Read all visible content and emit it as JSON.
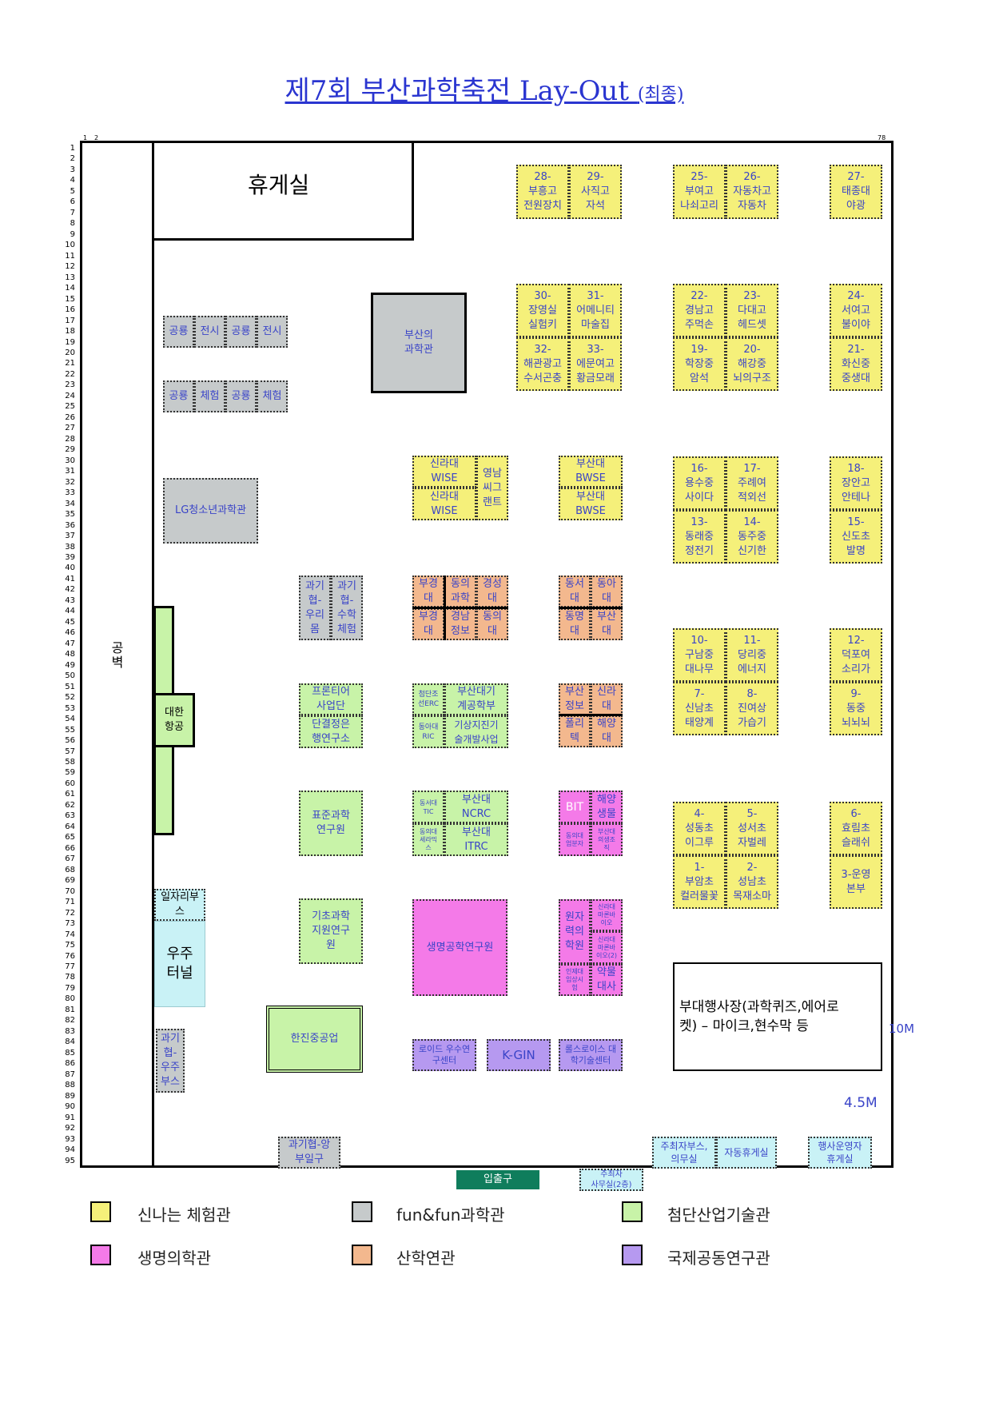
{
  "title": {
    "main": "제7회 부산과학축전 Lay-Out",
    "note": "(최종)"
  },
  "grid": {
    "rows": 95,
    "col_start_a": "1",
    "col_start_b": "2",
    "col_end": "78"
  },
  "labels": {
    "lounge": "휴게실",
    "wall": "공\n벽",
    "dim_10m": "10M",
    "dim_45m": "4.5M",
    "entrance": "입출구",
    "side_event": "부대행사장(과학퀴즈,에어로\n켓) – 마이크,현수막 등"
  },
  "booths": {
    "b28": "28-\n부흥고\n전원장치",
    "b29": "29-\n사직고\n자석",
    "b25": "25-\n부여고\n나쇠고리",
    "b26": "26-\n자동차고\n자동차",
    "b27": "27-\n태종대\n야광",
    "b30": "30-\n장영실\n실험키",
    "b31": "31-\n어메니티\n마술집",
    "b32": "32-\n해관광고\n수서곤충",
    "b33": "33-\n에문여고\n황금모래",
    "b22": "22-\n경남고\n주먹손",
    "b23": "23-\n다대고\n헤드셋",
    "b24": "24-\n서여고\n불이야",
    "b19": "19-\n학장중\n암석",
    "b20": "20-\n해강중\n뇌의구조",
    "b21": "21-\n화신중\n중생대",
    "b16": "16-\n용수중\n사이다",
    "b17": "17-\n주례여\n적외선",
    "b18": "18-\n장안고\n안테나",
    "b13": "13-\n동래중\n정전기",
    "b14": "14-\n동주중\n신기한",
    "b15": "15-\n신도초\n발명",
    "b10": "10-\n구남중\n대나무",
    "b11": "11-\n당리중\n에너지",
    "b12": "12-\n덕포여\n소리가",
    "b7": "7-\n신남초\n태양계",
    "b8": "8-\n진여상\n가습기",
    "b9": "9-\n동중\n뇌뇌뇌",
    "b4": "4-\n성동초\n이그루",
    "b5": "5-\n성서초\n자벌레",
    "b6": "6-\n효림초\n슬래쉬",
    "b1": "1-\n부암초\n컬러물꽃",
    "b2": "2-\n성남초\n목재소마",
    "b3": "3-운영\n본부"
  },
  "fun": {
    "g1": "공룡",
    "g2": "전시",
    "g3": "공룡",
    "g4": "전시",
    "g5": "공룡",
    "g6": "체험",
    "g7": "공룡",
    "g8": "체험",
    "busan_sci": "부산의\n과학관",
    "lg": "LG청소년과학관",
    "kwagi_a": "과기\n협-\n우리\n몸",
    "kwagi_b": "과기\n협-\n수학\n체험",
    "kwagi_c": "과기\n협-\n우주\n부스",
    "kwagi_d": "과기협-앙\n부일구"
  },
  "adv": {
    "frontier": "프론티어\n사업단",
    "dangyeol": "단결정은\n행연구소",
    "standard": "표준과학\n연구원",
    "basic": "기초과학\n지원연구\n원",
    "hanjin": "한진중공업",
    "korean_air": "대한\n항공",
    "cheomdan": "첨단조\n선ERC",
    "bdg": "부산대기\n계공학부",
    "dongadae": "동아대\nRIC",
    "gisang": "기상지진기\n술개발사업",
    "dongseo": "동서대\nTIC",
    "ncrc": "부산대\nNCRC",
    "dongui": "동의대\n세라믹\n스",
    "itrc": "부산대\nITRC",
    "shilla_wise1": "신라대\nWISE",
    "shilla_wise2": "신라대\nWISE",
    "yeongnam": "영남\n씨그\n랜트",
    "bwse1": "부산대\nBWSE",
    "bwse2": "부산대\nBWSE"
  },
  "industry": {
    "i1": "부경\n대",
    "i2": "동의\n과학",
    "i3": "경성\n대",
    "i4": "부경\n대",
    "i5": "경남\n정보",
    "i6": "동의\n대",
    "i7": "동서\n대",
    "i8": "동아\n대",
    "i9": "동명\n대",
    "i10": "부산\n대",
    "i11": "부산\n정보",
    "i12": "신라\n대",
    "i13": "폴리\n텍",
    "i14": "해양\n대"
  },
  "bio": {
    "bit": "BIT",
    "haeyang": "해양\n생물",
    "dongui_mol": "동의대\n엄분자",
    "busan_bio": "부산대\n의생조\n직",
    "biotech": "생명공학연구원",
    "atomic": "원자\n력의\n학원",
    "shilla_m1": "신라대\n마론바\n이오",
    "shilla_m2": "신라대\n마론바\n이오(2)",
    "inje": "인제대\n임상시\n험",
    "yakmul": "약물\n대사"
  },
  "intl": {
    "rohde": "로이드 우수연\n구센터",
    "kgin": "K-GIN",
    "rolls": "롤스로이스 대\n학기술센터"
  },
  "services": {
    "jobs": "일자리부\n스",
    "space": "우주\n터널",
    "host_booth": "주최자부스,\n의무실",
    "auto_rest": "자동휴게실",
    "staff_rest": "행사운영자\n휴게실",
    "host_office": "주최자\n사무실(2층)"
  },
  "legend": [
    {
      "label": "신나는 체험관",
      "color": "#f5f07a"
    },
    {
      "label": "fun&fun과학관",
      "color": "#c6cacb"
    },
    {
      "label": "첨단산업기술관",
      "color": "#c8f3a8"
    },
    {
      "label": "생명의학관",
      "color": "#f47ae8"
    },
    {
      "label": "산학연관",
      "color": "#f3b88e"
    },
    {
      "label": "국제공동연구관",
      "color": "#b699f0"
    }
  ]
}
